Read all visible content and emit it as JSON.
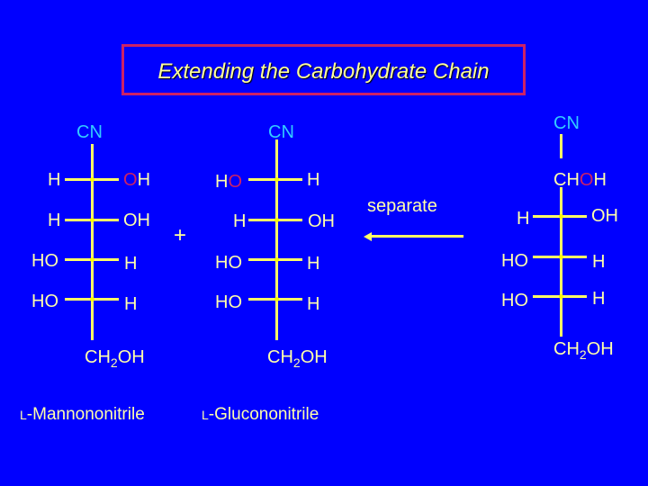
{
  "title": "Extending the Carbohydrate Chain",
  "colors": {
    "background": "#0000FF",
    "title_border": "#CC2266",
    "text": "#FFFFAA",
    "bonds": "#FFFF66",
    "cn": "#33CCFF",
    "highlight_o": "#CC2266"
  },
  "structures": [
    {
      "id": "mannononitrile",
      "top": "CN",
      "rows": [
        {
          "left": "H",
          "right_o": "O",
          "right_h": "H",
          "right_o_highlight": true
        },
        {
          "left": "H",
          "right": "OH"
        },
        {
          "left": "HO",
          "right": "H"
        },
        {
          "left": "HO",
          "right": "H"
        }
      ],
      "bottom_ch": "CH",
      "bottom_sub": "2",
      "bottom_oh": "OH",
      "name_prefix": "L",
      "name_rest": "-Mannononitrile"
    },
    {
      "id": "glucononitrile",
      "top": "CN",
      "rows": [
        {
          "left_h": "H",
          "left_o": "O",
          "left_o_highlight": true,
          "right": "H"
        },
        {
          "left": "H",
          "right": "OH"
        },
        {
          "left": "HO",
          "right": "H"
        },
        {
          "left": "HO",
          "right": "H"
        }
      ],
      "bottom_ch": "CH",
      "bottom_sub": "2",
      "bottom_oh": "OH",
      "name_prefix": "L",
      "name_rest": "-Glucononitrile"
    },
    {
      "id": "cyanohydrin",
      "top": "CN",
      "choh_ch": "CH",
      "choh_o": "O",
      "choh_h": "H",
      "rows": [
        {
          "left": "H",
          "right": "OH"
        },
        {
          "left": "HO",
          "right": "H"
        },
        {
          "left": "HO",
          "right": "H"
        }
      ],
      "bottom_ch": "CH",
      "bottom_sub": "2",
      "bottom_oh": "OH"
    }
  ],
  "plus": "+",
  "arrow_label": "separate"
}
